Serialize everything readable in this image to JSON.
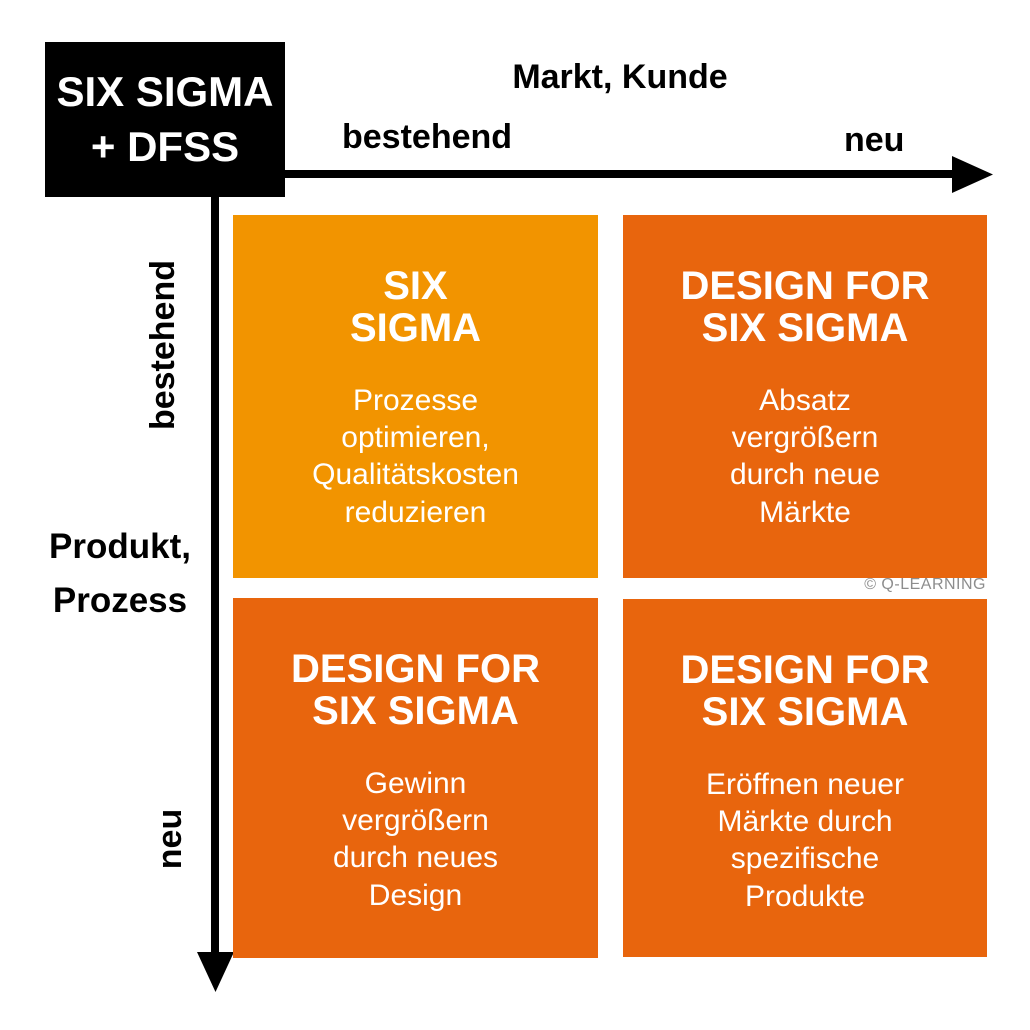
{
  "legend": {
    "line1": "SIX SIGMA",
    "line2": "+ DFSS"
  },
  "axes": {
    "x": {
      "title": "Markt, Kunde",
      "near_label": "bestehend",
      "far_label": "neu"
    },
    "y": {
      "title_lines": [
        "Produkt,",
        "Prozess"
      ],
      "near_label": "bestehend",
      "far_label": "neu"
    }
  },
  "quadrants": [
    {
      "position": "top-left",
      "title_lines": [
        "SIX",
        "SIGMA"
      ],
      "body_lines": [
        "Prozesse",
        "optimieren,",
        "Qualitätskosten",
        "reduzieren"
      ],
      "color": "#F29400"
    },
    {
      "position": "top-right",
      "title_lines": [
        "DESIGN FOR",
        "SIX SIGMA"
      ],
      "body_lines": [
        "Absatz",
        "vergrößern",
        "durch neue",
        "Märkte"
      ],
      "color": "#E8650D"
    },
    {
      "position": "bottom-left",
      "title_lines": [
        "DESIGN FOR",
        "SIX SIGMA"
      ],
      "body_lines": [
        "Gewinn",
        "vergrößern",
        "durch neues",
        "Design"
      ],
      "color": "#E8650D"
    },
    {
      "position": "bottom-right",
      "title_lines": [
        "DESIGN FOR",
        "SIX SIGMA"
      ],
      "body_lines": [
        "Eröffnen neuer",
        "Märkte durch",
        "spezifische",
        "Produkte"
      ],
      "color": "#E8650D"
    }
  ],
  "watermark": "© Q-LEARNING",
  "colors": {
    "background": "#FFFFFF",
    "axis": "#000000",
    "legend_bg": "#000000",
    "legend_text": "#FFFFFF",
    "quadrant_text": "#FFFFFF",
    "watermark": "#8D8D8D"
  }
}
